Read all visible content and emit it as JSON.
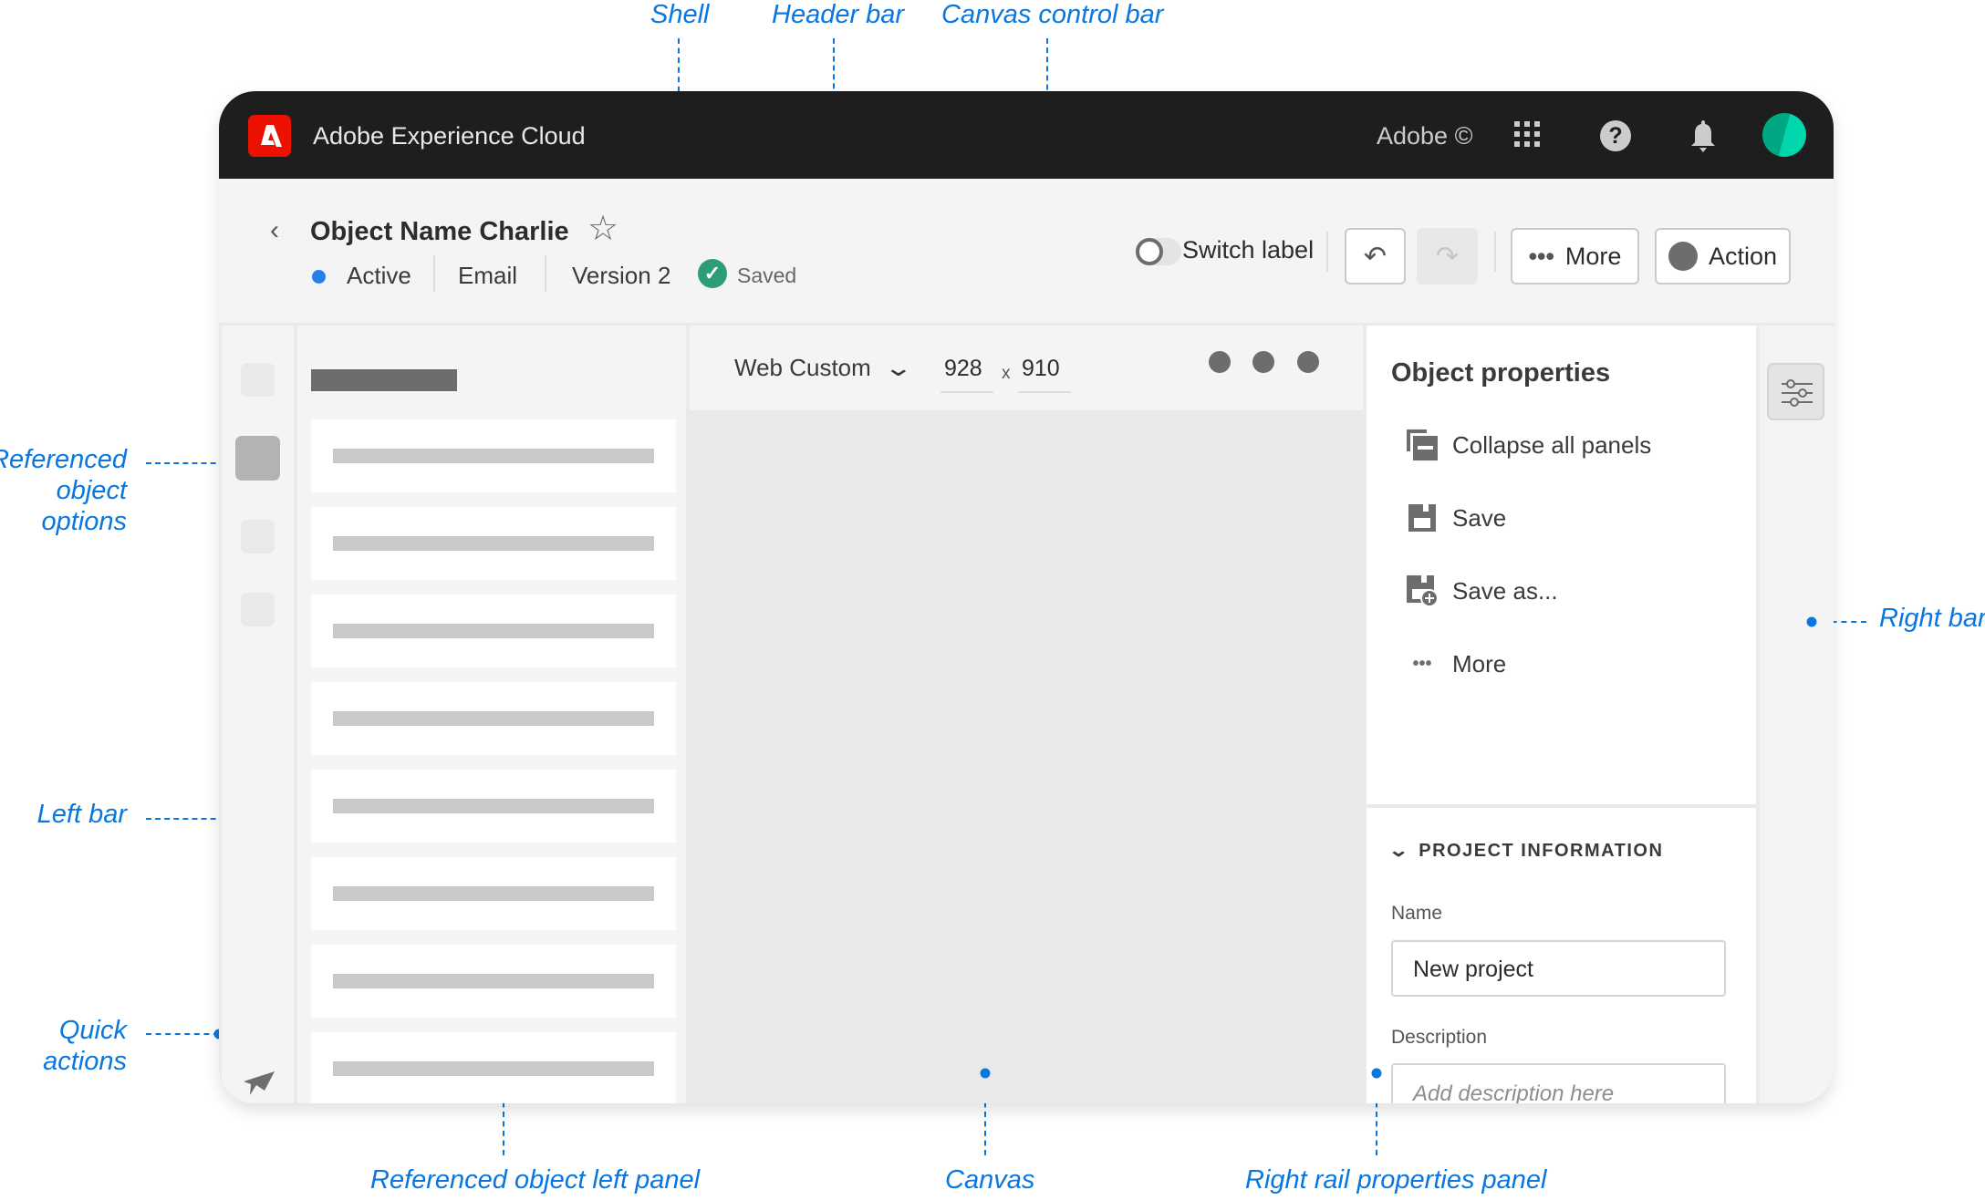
{
  "annotations": {
    "shell": "Shell",
    "header_bar": "Header bar",
    "canvas_control_bar": "Canvas control bar",
    "referenced_object_options": [
      "Referenced",
      "object",
      "options"
    ],
    "left_bar": "Left bar",
    "quick_actions": [
      "Quick",
      "actions"
    ],
    "referenced_object_left_panel": "Referenced object left panel",
    "canvas": "Canvas",
    "right_rail_properties_panel": "Right rail properties panel",
    "right_bar": "Right bar",
    "color": "#0a77e0"
  },
  "shell": {
    "app_title": "Adobe Experience Cloud",
    "org": "Adobe ©",
    "logo_color": "#eb1000",
    "icons": [
      "app-grid-icon",
      "help-icon",
      "bell-icon",
      "avatar"
    ]
  },
  "header": {
    "title": "Object Name Charlie",
    "status": "Active",
    "status_color": "#2680eb",
    "channel": "Email",
    "version": "Version 2",
    "saved": "Saved",
    "saved_color": "#2d9d78",
    "switch_label": "Switch label",
    "switch_on": false,
    "more": "More",
    "action": "Action"
  },
  "canvas_bar": {
    "preset": "Web Custom",
    "width": "928",
    "x": "x",
    "height": "910"
  },
  "properties": {
    "title": "Object properties",
    "menu": [
      {
        "icon": "collapse-panels-icon",
        "label": "Collapse all panels"
      },
      {
        "icon": "save-icon",
        "label": "Save"
      },
      {
        "icon": "save-as-icon",
        "label": "Save as..."
      },
      {
        "icon": "more-icon",
        "label": "More"
      }
    ],
    "section": "PROJECT INFORMATION",
    "name_label": "Name",
    "name_value": "New project",
    "description_label": "Description",
    "description_placeholder": "Add description here"
  }
}
